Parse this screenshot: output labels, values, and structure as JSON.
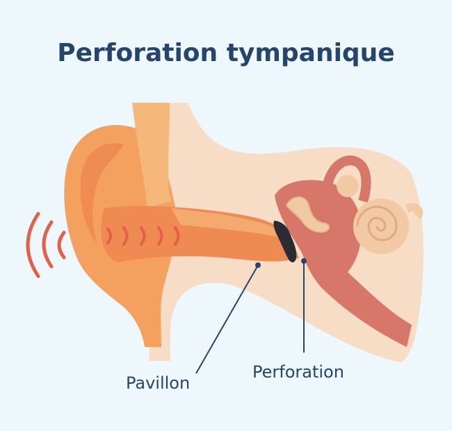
{
  "title": "Perforation tympanique",
  "labels": {
    "pavillon": "Pavillon",
    "perforation": "Perforation"
  },
  "colors": {
    "background": "#eef7fb",
    "title_text": "#26456a",
    "skin": "#f4a05e",
    "canal": "#ef8a52",
    "middle_ear": "#d6776a",
    "cochlea": "#f1c9a3",
    "tissue": "#f7d9c2",
    "perforation": "#2b2b33",
    "sound_waves": "#e2604a"
  }
}
